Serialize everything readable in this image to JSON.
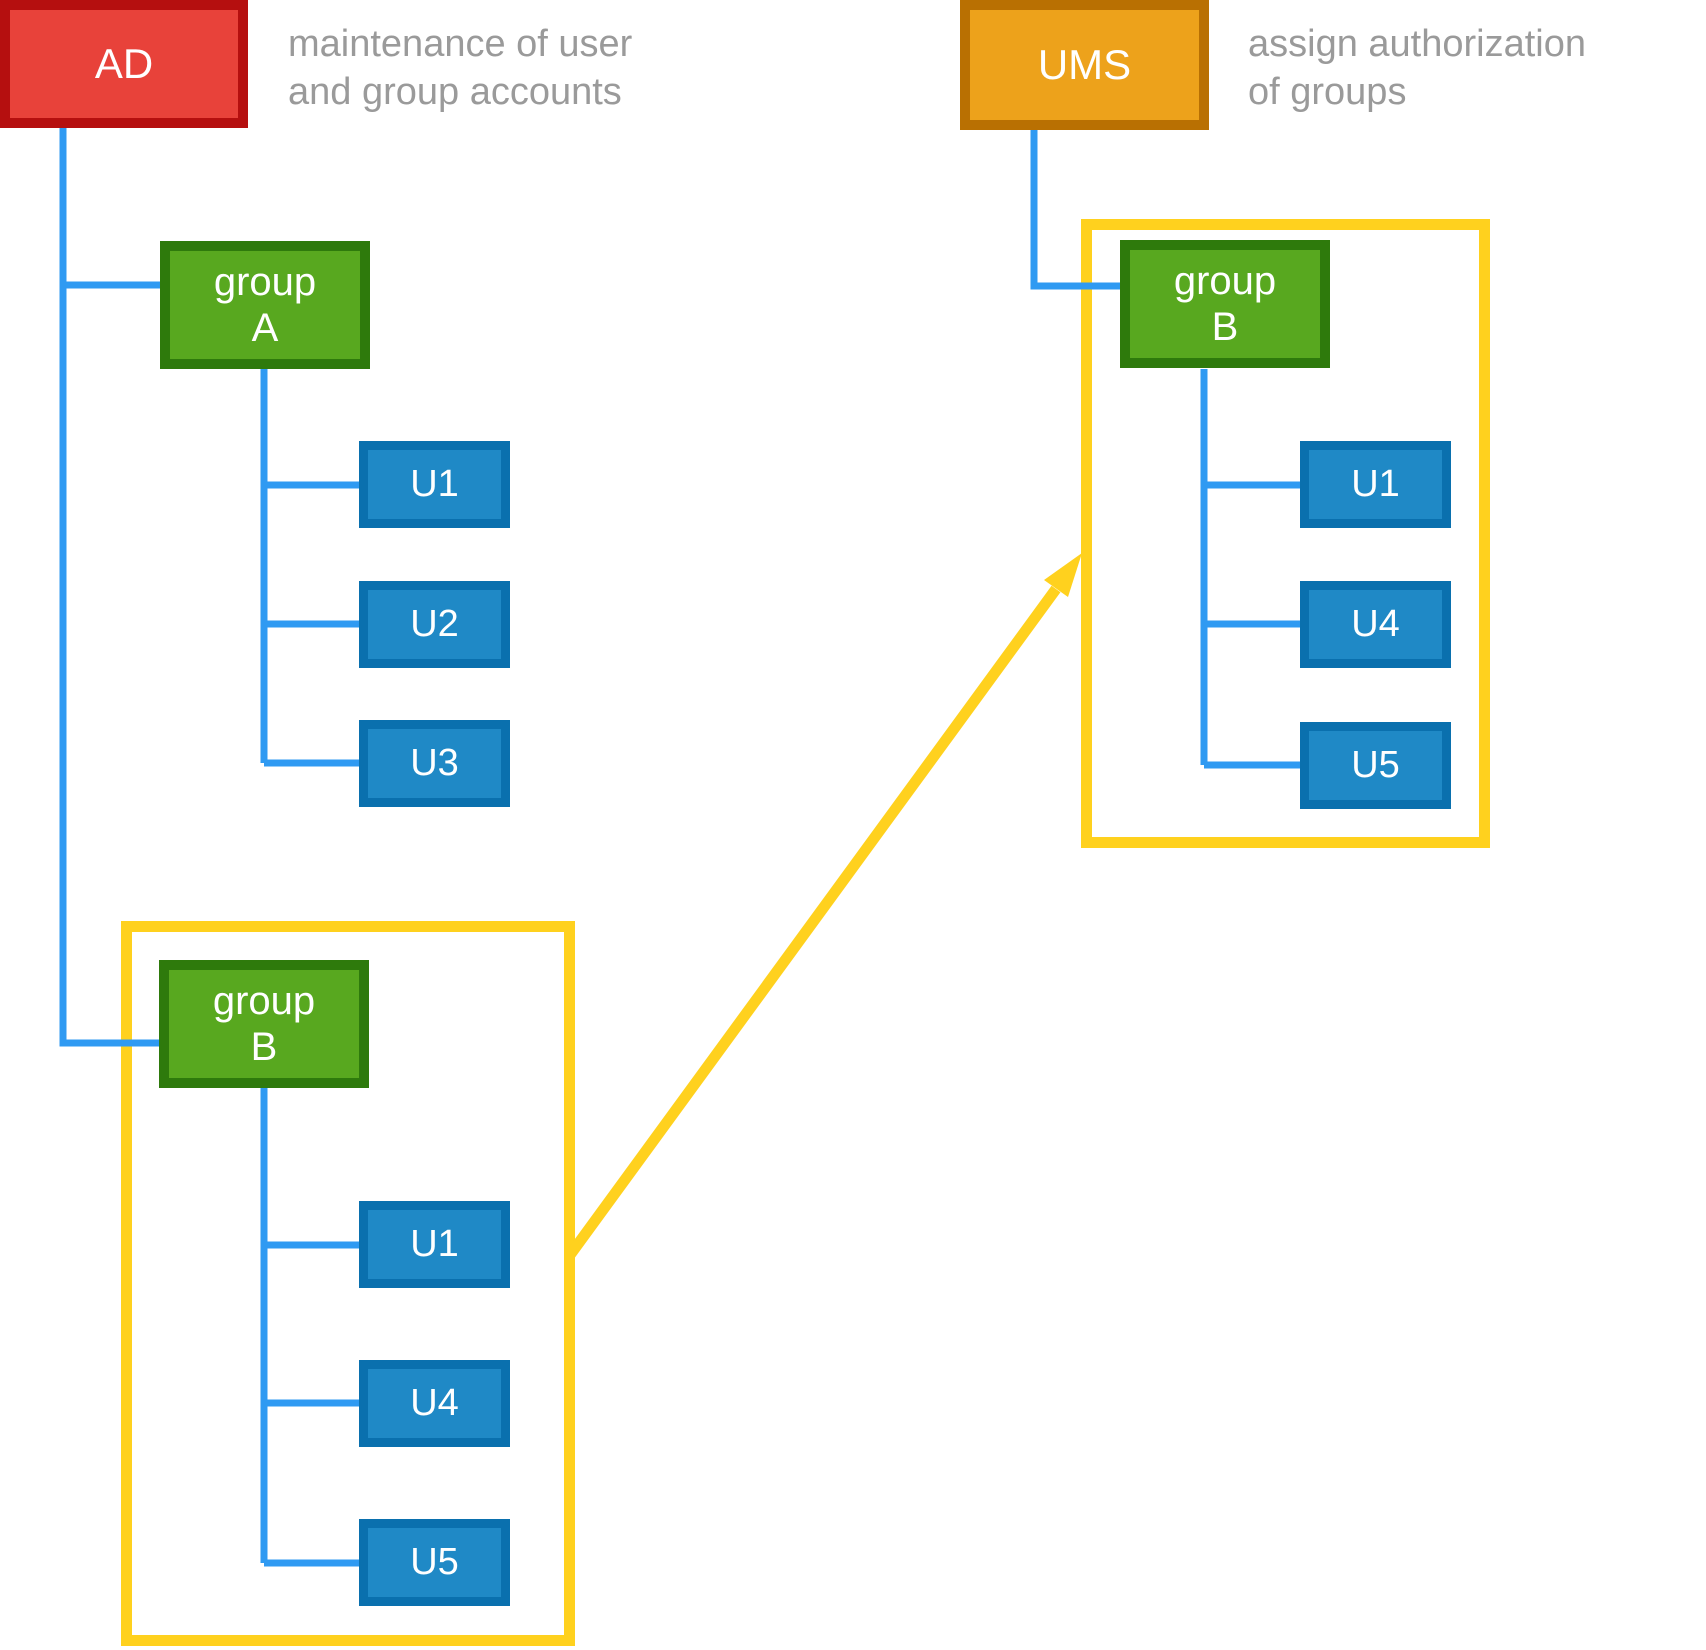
{
  "ad_system": {
    "label": "AD",
    "caption_line1": "maintenance of user",
    "caption_line2": "and group accounts"
  },
  "ums_system": {
    "label": "UMS",
    "caption_line1": "assign authorization",
    "caption_line2": "of groups"
  },
  "ad_tree": {
    "group_a": {
      "title": "group",
      "name": "A",
      "users": [
        "U1",
        "U2",
        "U3"
      ]
    },
    "group_b": {
      "title": "group",
      "name": "B",
      "users": [
        "U1",
        "U4",
        "U5"
      ]
    }
  },
  "ums_tree": {
    "group_b": {
      "title": "group",
      "name": "B",
      "users": [
        "U1",
        "U4",
        "U5"
      ]
    }
  },
  "palette": {
    "red-fill": "#E8423A",
    "red-border": "#B50F0F",
    "orange-fill": "#EDA21B",
    "orange-border": "#B97002",
    "green-fill": "#58A81F",
    "green-border": "#2E7A0C",
    "blue-fill": "#1F89C6",
    "blue-border": "#0A70AE",
    "yellow": "#FFD11E",
    "line-blue": "#2F9AF2",
    "caption-gray": "#9A9A9A",
    "text-white": "#FFFFFF"
  }
}
